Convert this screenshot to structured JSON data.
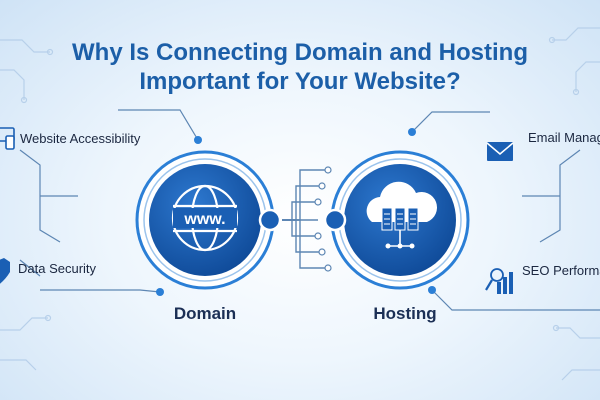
{
  "title": {
    "line1": "Why Is Connecting Domain and Hosting",
    "line2": "Important for Your Website?"
  },
  "hubs": {
    "domain": {
      "label": "Domain",
      "text": "www.",
      "icon": "globe-icon"
    },
    "hosting": {
      "label": "Hosting",
      "icon": "cloud-server-icon"
    }
  },
  "features": {
    "left": [
      {
        "label": "Website Accessibility",
        "icon": "devices-icon"
      },
      {
        "label": "Data Security",
        "icon": "shield-icon"
      }
    ],
    "right": [
      {
        "label": "Email Managem",
        "icon": "envelope-icon"
      },
      {
        "label": "SEO Performan",
        "icon": "seo-chart-icon"
      }
    ]
  },
  "colors": {
    "title": "#1c5fa8",
    "hub_fill": "#1a5fb4",
    "hub_ring": "#2b7fd6",
    "line": "#5d86b3"
  }
}
